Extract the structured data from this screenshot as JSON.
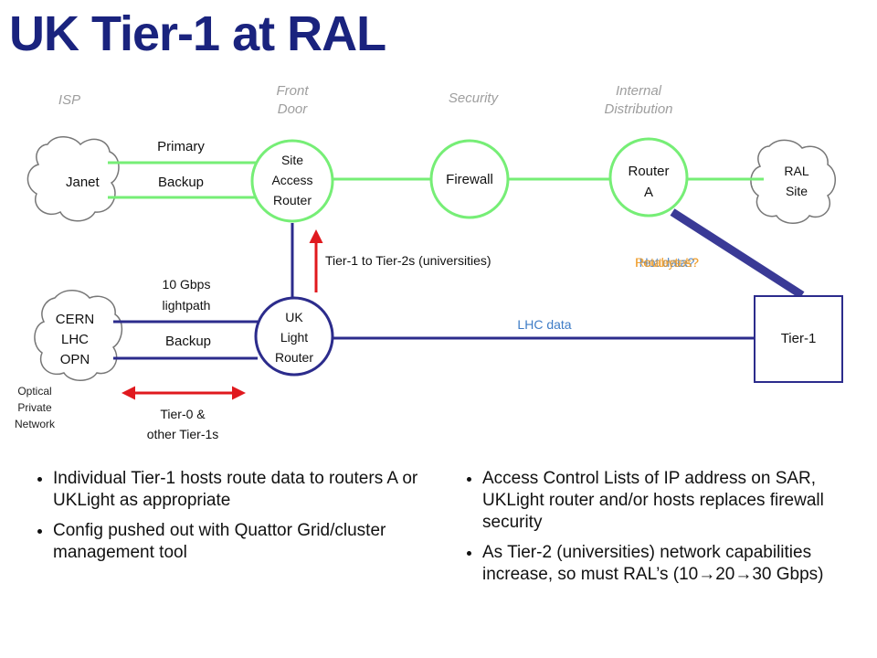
{
  "title": "UK Tier-1 at RAL",
  "zones": {
    "isp": "ISP",
    "front_door": [
      "Front",
      "Door"
    ],
    "security": "Security",
    "internal": [
      "Internal",
      "Distribution"
    ]
  },
  "nodes": {
    "janet": "Janet",
    "sar": [
      "Site",
      "Access",
      "Router"
    ],
    "firewall": "Firewall",
    "router_a": [
      "Router",
      "A"
    ],
    "ral_site": [
      "RAL",
      "Site"
    ],
    "cern": [
      "CERN",
      "LHC",
      "OPN"
    ],
    "uklight": [
      "UK",
      "Light",
      "Router"
    ],
    "tier1": "Tier-1"
  },
  "links": {
    "primary": "Primary",
    "backup_janet": "Backup",
    "lightpath": [
      "10 Gbps",
      "lightpath"
    ],
    "backup_cern": "Backup",
    "lhc_data": "LHC data",
    "tier1_to_tier2": "Tier-1 to Tier-2s (universities)",
    "tier0": [
      "Tier-0 &",
      "other Tier-1s"
    ],
    "optical": [
      "Optical",
      "Private",
      "Network"
    ],
    "overlap_labels": [
      "Petabytes?",
      "Hot data?",
      "Routers A?"
    ]
  },
  "colors": {
    "title": "#1a237e",
    "green": "#76ee76",
    "navy": "#2c2c8c",
    "red": "#e0191e",
    "blue_label": "#3e7cc6",
    "orange": "#f0a030",
    "zone_grey": "#9e9e9e"
  },
  "bullets_left": [
    "Individual Tier-1 hosts route data to routers A or UKLight as appropriate",
    "Config pushed out with Quattor Grid/cluster management tool"
  ],
  "bullets_right": [
    "Access Control Lists of IP address on SAR, UKLight router and/or hosts replaces firewall security",
    "As Tier-2 (universities) network capabilities increase, so must RAL’s (10→20→30 Gbps)"
  ]
}
